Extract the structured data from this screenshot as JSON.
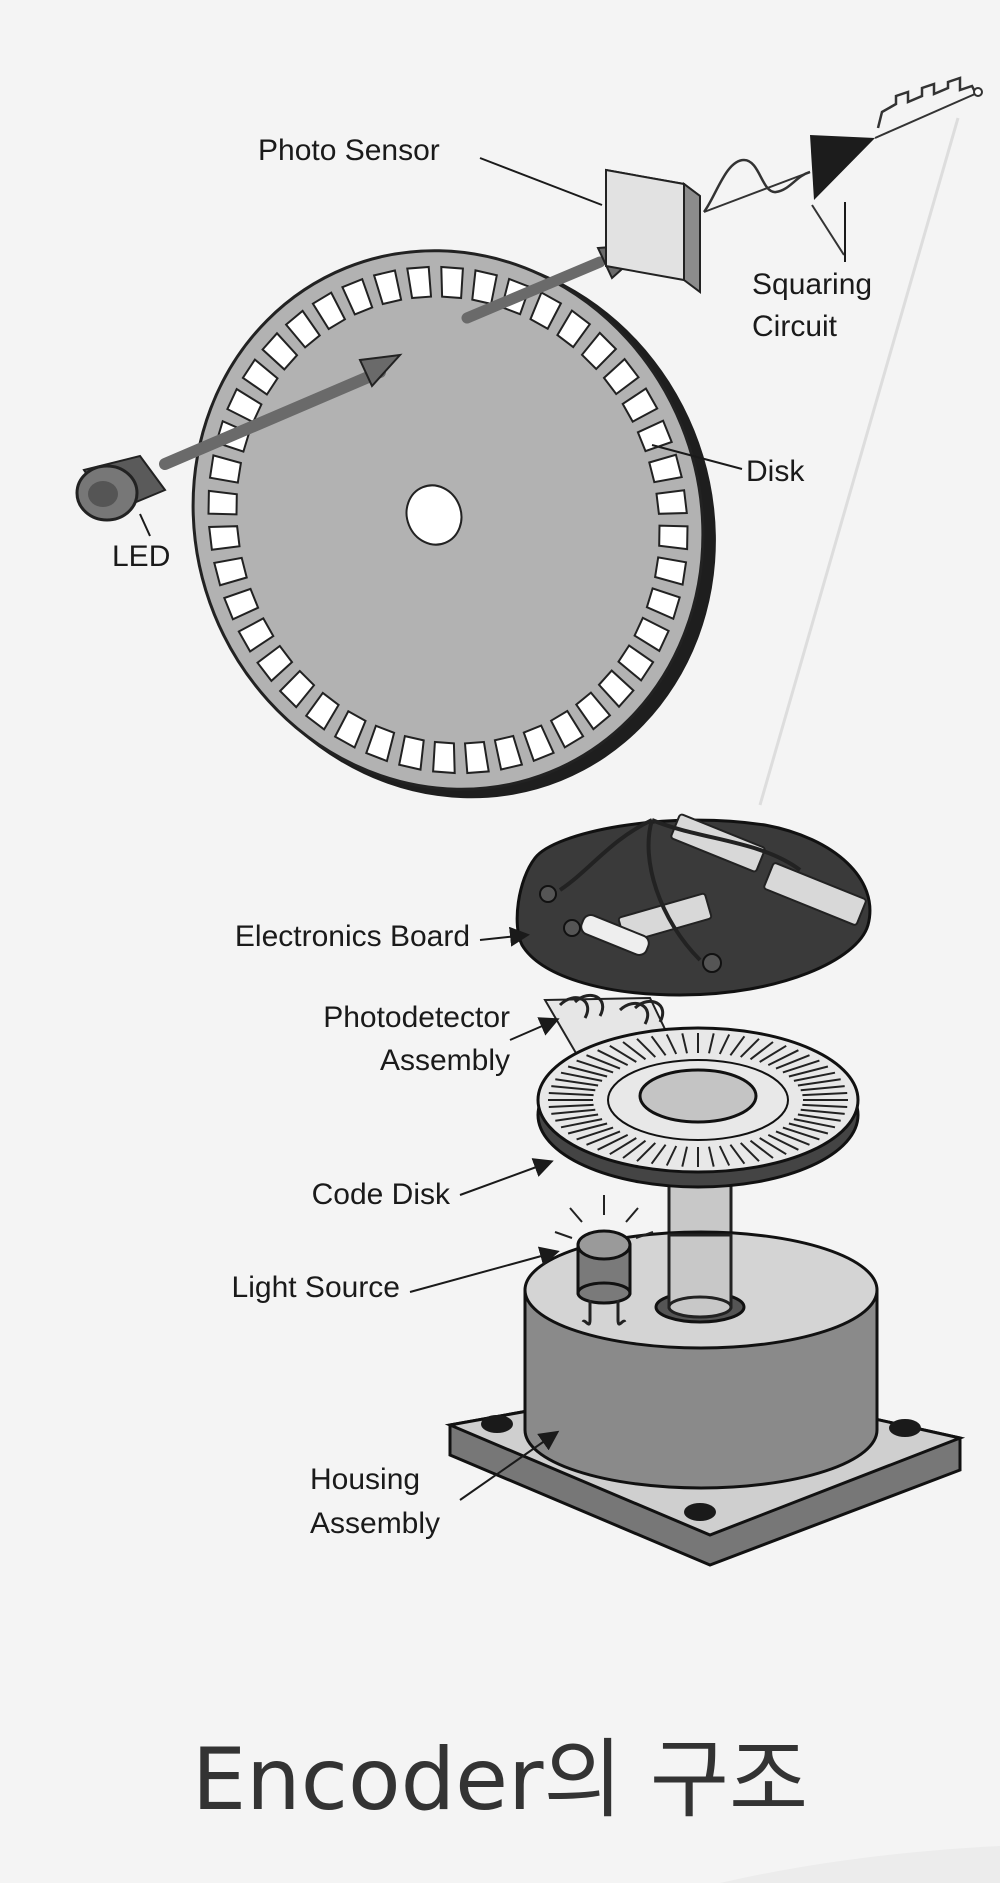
{
  "diagram": {
    "top_labels": {
      "photo_sensor": "Photo Sensor",
      "squaring_circuit_line1": "Squaring",
      "squaring_circuit_line2": "Circuit",
      "disk": "Disk",
      "led": "LED"
    },
    "bottom_labels": {
      "electronics_board": "Electronics Board",
      "photodetector_line1": "Photodetector",
      "photodetector_line2": "Assembly",
      "code_disk": "Code Disk",
      "light_source": "Light Source",
      "housing_line1": "Housing",
      "housing_line2": "Assembly"
    },
    "caption": "Encoder의 구조"
  },
  "colors": {
    "background": "#f4f4f4",
    "disk_fill": "#b2b2b2",
    "dark": "#2a2a2a",
    "board": "#3a3a3a",
    "housing": "#8a8a8a",
    "caption_text": "#333333"
  }
}
